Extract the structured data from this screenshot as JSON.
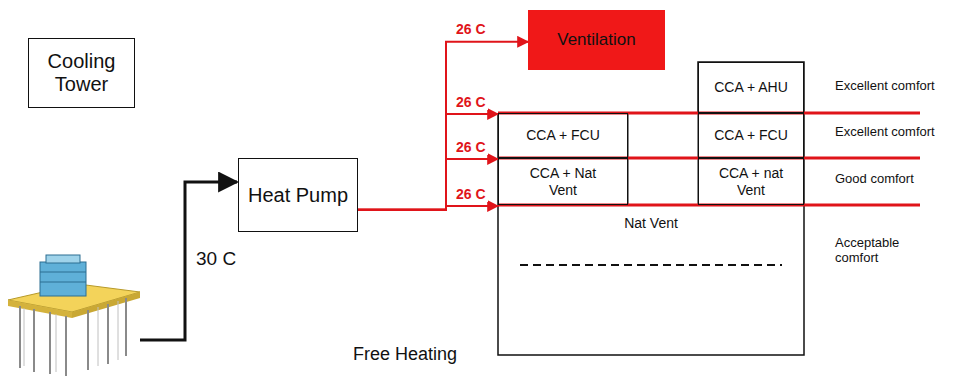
{
  "diagram": {
    "nodes": [
      {
        "text": [
          "Cooling Tower"
        ]
      },
      {
        "text": [
          "Heat Pump"
        ]
      },
      {
        "text": [
          "Ventilation"
        ]
      },
      {
        "text": [
          "CCA + AHU"
        ]
      },
      {
        "text": [
          "CCA + FCU"
        ]
      },
      {
        "text": [
          "CCA + FCU"
        ]
      },
      {
        "text": [
          "CCA + Nat Vent"
        ]
      },
      {
        "text": [
          "CCA + nat Vent"
        ]
      },
      {
        "text": [
          "Nat Vent"
        ]
      }
    ],
    "edges": [
      {
        "from": 1,
        "to": 2,
        "arrow": "to",
        "label": "26 C"
      },
      {
        "from": 1,
        "to": 4,
        "arrow": "to",
        "label": "26 C"
      },
      {
        "from": 1,
        "to": 6,
        "arrow": "to",
        "label": "26 C"
      },
      {
        "from": 1,
        "to": 8,
        "arrow": "to",
        "label": "26 C"
      }
    ],
    "labels": [
      "30 C",
      "Free Heating",
      "Excellent comfort",
      "Excellent comfort",
      "Good comfort",
      "Acceptable comfort"
    ]
  }
}
